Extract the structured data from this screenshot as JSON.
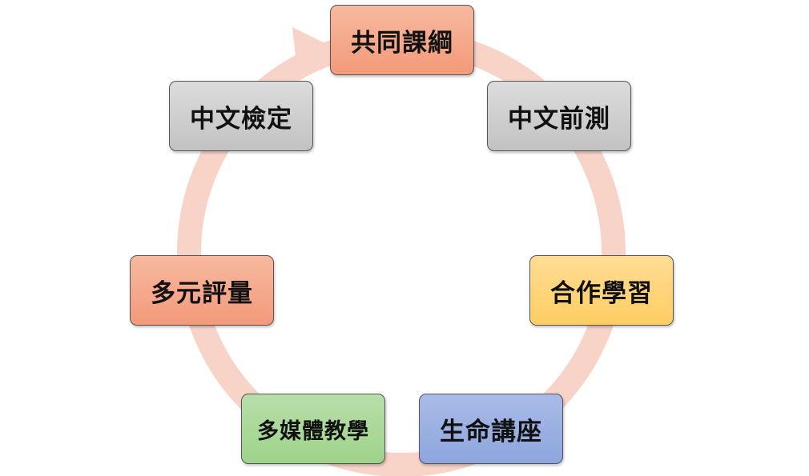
{
  "diagram": {
    "ring_color": "#f7d3c8",
    "nodes": [
      {
        "label": "共同課綱",
        "fill": "#f4a384"
      },
      {
        "label": "中文前測",
        "fill": "#c8c8c8"
      },
      {
        "label": "合作學習",
        "fill": "#ffd36e"
      },
      {
        "label": "生命講座",
        "fill": "#93aadf"
      },
      {
        "label": "多媒體教學",
        "fill": "#a3d58f"
      },
      {
        "label": "多元評量",
        "fill": "#f4a384"
      },
      {
        "label": "中文檢定",
        "fill": "#c8c8c8"
      }
    ]
  }
}
